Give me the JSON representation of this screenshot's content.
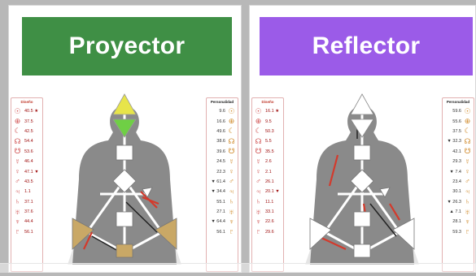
{
  "panels": [
    {
      "title": "Proyector",
      "banner_color": "#3f8f45",
      "design_title": "Diseño",
      "personality_title": "Personalidad",
      "design": [
        {
          "glyph_name": "sun-icon",
          "glyph": "☉",
          "value": "40.5 ★"
        },
        {
          "glyph_name": "earth-icon",
          "glyph": "⊕",
          "value": "37.5"
        },
        {
          "glyph_name": "moon-icon",
          "glyph": "☾",
          "value": "42.5"
        },
        {
          "glyph_name": "north-node-icon",
          "glyph": "☊",
          "value": "54.4"
        },
        {
          "glyph_name": "south-node-icon",
          "glyph": "☋",
          "value": "53.6"
        },
        {
          "glyph_name": "mercury-icon",
          "glyph": "☿",
          "value": "46.4"
        },
        {
          "glyph_name": "venus-icon",
          "glyph": "♀",
          "value": "47.1 ▼"
        },
        {
          "glyph_name": "mars-icon",
          "glyph": "♂",
          "value": "43.5"
        },
        {
          "glyph_name": "jupiter-icon",
          "glyph": "♃",
          "value": "1.1"
        },
        {
          "glyph_name": "saturn-icon",
          "glyph": "♄",
          "value": "37.1"
        },
        {
          "glyph_name": "uranus-icon",
          "glyph": "♅",
          "value": "37.6"
        },
        {
          "glyph_name": "neptune-icon",
          "glyph": "♆",
          "value": "44.4"
        },
        {
          "glyph_name": "pluto-icon",
          "glyph": "♇",
          "value": "56.1"
        }
      ],
      "personality": [
        {
          "glyph_name": "sun-icon",
          "glyph": "☉",
          "value": "9.6"
        },
        {
          "glyph_name": "earth-icon",
          "glyph": "⊕",
          "value": "16.6"
        },
        {
          "glyph_name": "moon-icon",
          "glyph": "☾",
          "value": "49.6"
        },
        {
          "glyph_name": "north-node-icon",
          "glyph": "☊",
          "value": "38.6"
        },
        {
          "glyph_name": "south-node-icon",
          "glyph": "☋",
          "value": "39.6"
        },
        {
          "glyph_name": "mercury-icon",
          "glyph": "☿",
          "value": "24.5"
        },
        {
          "glyph_name": "venus-icon",
          "glyph": "♀",
          "value": "22.3"
        },
        {
          "glyph_name": "mars-icon",
          "glyph": "♂",
          "value": "▼ 61.4"
        },
        {
          "glyph_name": "jupiter-icon",
          "glyph": "♃",
          "value": "▼ 34.4"
        },
        {
          "glyph_name": "saturn-icon",
          "glyph": "♄",
          "value": "55.1"
        },
        {
          "glyph_name": "uranus-icon",
          "glyph": "♅",
          "value": "27.1"
        },
        {
          "glyph_name": "neptune-icon",
          "glyph": "♆",
          "value": "▼ 64.4"
        },
        {
          "glyph_name": "pluto-icon",
          "glyph": "♇",
          "value": "56.1"
        }
      ]
    },
    {
      "title": "Reflector",
      "banner_color": "#9b5be8",
      "design_title": "Diseño",
      "personality_title": "Personalidad",
      "design": [
        {
          "glyph_name": "sun-icon",
          "glyph": "☉",
          "value": "16.1 ★"
        },
        {
          "glyph_name": "earth-icon",
          "glyph": "⊕",
          "value": "9.5"
        },
        {
          "glyph_name": "moon-icon",
          "glyph": "☾",
          "value": "50.3"
        },
        {
          "glyph_name": "north-node-icon",
          "glyph": "☊",
          "value": "5.5"
        },
        {
          "glyph_name": "south-node-icon",
          "glyph": "☋",
          "value": "35.5"
        },
        {
          "glyph_name": "mercury-icon",
          "glyph": "☿",
          "value": "2.6"
        },
        {
          "glyph_name": "venus-icon",
          "glyph": "♀",
          "value": "2.1"
        },
        {
          "glyph_name": "mars-icon",
          "glyph": "♂",
          "value": "26.1"
        },
        {
          "glyph_name": "jupiter-icon",
          "glyph": "♃",
          "value": "20.1 ▼"
        },
        {
          "glyph_name": "saturn-icon",
          "glyph": "♄",
          "value": "11.1"
        },
        {
          "glyph_name": "uranus-icon",
          "glyph": "♅",
          "value": "33.1"
        },
        {
          "glyph_name": "neptune-icon",
          "glyph": "♆",
          "value": "22.6"
        },
        {
          "glyph_name": "pluto-icon",
          "glyph": "♇",
          "value": "29.6"
        }
      ],
      "personality": [
        {
          "glyph_name": "sun-icon",
          "glyph": "☉",
          "value": "59.6"
        },
        {
          "glyph_name": "earth-icon",
          "glyph": "⊕",
          "value": "55.6"
        },
        {
          "glyph_name": "moon-icon",
          "glyph": "☾",
          "value": "37.5"
        },
        {
          "glyph_name": "north-node-icon",
          "glyph": "☊",
          "value": "▼ 32.3"
        },
        {
          "glyph_name": "south-node-icon",
          "glyph": "☋",
          "value": "42.1"
        },
        {
          "glyph_name": "mercury-icon",
          "glyph": "☿",
          "value": "29.3"
        },
        {
          "glyph_name": "venus-icon",
          "glyph": "♀",
          "value": "▼ 7.4"
        },
        {
          "glyph_name": "mars-icon",
          "glyph": "♂",
          "value": "23.4"
        },
        {
          "glyph_name": "jupiter-icon",
          "glyph": "♃",
          "value": "30.1"
        },
        {
          "glyph_name": "saturn-icon",
          "glyph": "♄",
          "value": "▼ 26.3"
        },
        {
          "glyph_name": "uranus-icon",
          "glyph": "♅",
          "value": "▲ 7.1"
        },
        {
          "glyph_name": "neptune-icon",
          "glyph": "♆",
          "value": "28.1"
        },
        {
          "glyph_name": "pluto-icon",
          "glyph": "♇",
          "value": "59.3"
        }
      ]
    }
  ],
  "colors": {
    "defined_center_yellow": "#e7e44a",
    "defined_center_green": "#6fcf45",
    "defined_center_tan": "#c9a866",
    "design_activation_red": "#d33a2c",
    "silhouette_gray": "#8a8a8a"
  }
}
